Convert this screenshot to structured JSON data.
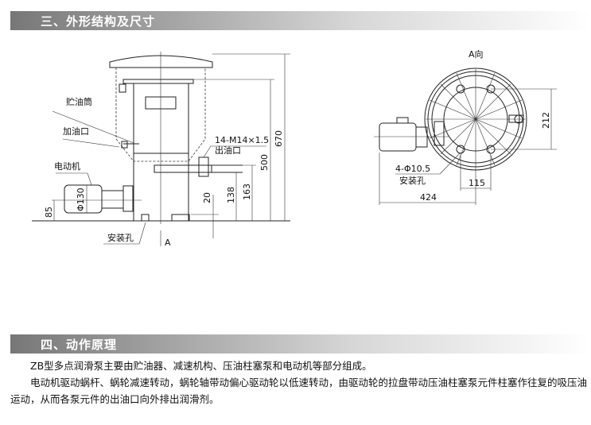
{
  "sections": {
    "structure_title": "三、外形结构及尺寸",
    "principle_title": "四、动作原理"
  },
  "side_view": {
    "labels": {
      "reservoir": "贮油筒",
      "fill_port": "加油口",
      "motor": "电动机",
      "outlet_thread": "14-M14×1.5",
      "outlet": "出油口",
      "mount_hole": "安装孔",
      "view_a": "A"
    },
    "dims": {
      "d670": "670",
      "d500": "500",
      "d163": "163",
      "d138": "138",
      "d20": "20",
      "d85": "85",
      "motor_dia": "Φ130"
    }
  },
  "a_view": {
    "title": "A向",
    "labels": {
      "holes": "4-Φ10.5",
      "mount_hole": "安装孔"
    },
    "dims": {
      "d212": "212",
      "d115": "115",
      "d424": "424"
    }
  },
  "principle": {
    "p1": "ZB型多点润滑泵主要由贮油器、减速机构、压油柱塞泵和电动机等部分组成。",
    "p2": "电动机驱动蜗杆、蜗轮减速转动，蜗轮轴带动偏心驱动轮以低速转动，由驱动轮的拉盘带动压油柱塞泵元件柱塞作往复的吸压油运动，从而各泵元件的出油口向外排出润滑剂。"
  }
}
